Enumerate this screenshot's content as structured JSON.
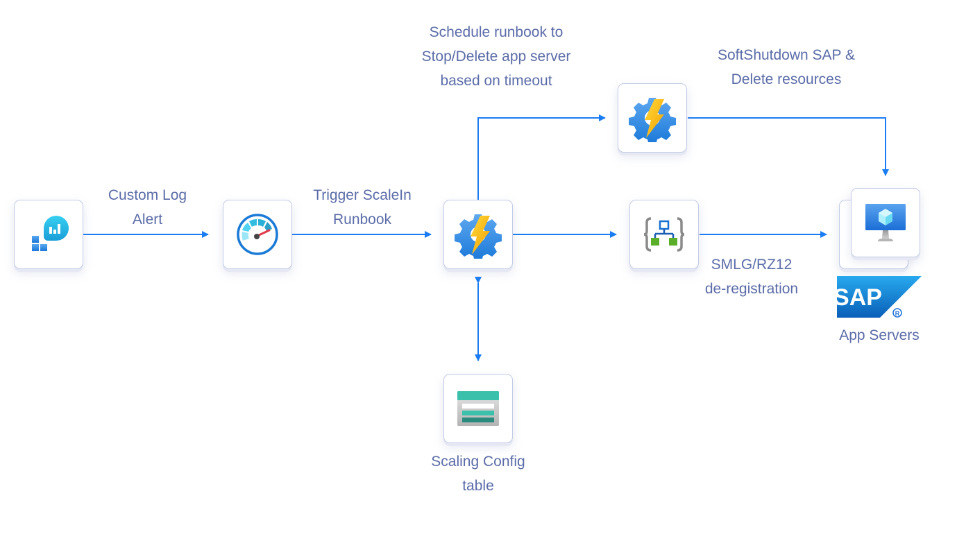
{
  "diagram": {
    "colors": {
      "line": "#1a7cf2",
      "text": "#5b6ca8",
      "node_border": "#c3cce6"
    },
    "nodes": [
      {
        "id": "log-analytics",
        "icon": "log-analytics-icon"
      },
      {
        "id": "alert-monitor",
        "icon": "monitor-gauge-icon"
      },
      {
        "id": "automation-scalein",
        "icon": "automation-account-icon"
      },
      {
        "id": "automation-scheduled",
        "icon": "automation-account-icon"
      },
      {
        "id": "logic-app",
        "icon": "logic-app-icon"
      },
      {
        "id": "app-servers",
        "icon": "virtual-machine-icon"
      },
      {
        "id": "storage-table",
        "icon": "storage-table-icon"
      }
    ],
    "labels": {
      "custom_log_alert": [
        "Custom Log",
        "Alert"
      ],
      "trigger_scalein": [
        "Trigger ScaleIn",
        "Runbook"
      ],
      "schedule_runbook": [
        "Schedule runbook to",
        "Stop/Delete app server",
        "based on timeout"
      ],
      "softshutdown": [
        "SoftShutdown SAP &",
        "Delete resources"
      ],
      "smlg": [
        "SMLG/RZ12",
        "de-registration"
      ],
      "app_servers": "App Servers",
      "scaling_config": [
        "Scaling Config",
        "table"
      ],
      "sap_logo": "SAP"
    },
    "edges": [
      {
        "from": "log-analytics",
        "to": "alert-monitor",
        "label": "Custom Log Alert"
      },
      {
        "from": "alert-monitor",
        "to": "automation-scalein",
        "label": "Trigger ScaleIn Runbook"
      },
      {
        "from": "automation-scalein",
        "to": "automation-scheduled",
        "label": "Schedule runbook to Stop/Delete app server based on timeout"
      },
      {
        "from": "automation-scheduled",
        "to": "app-servers",
        "label": "SoftShutdown SAP & Delete resources"
      },
      {
        "from": "automation-scalein",
        "to": "logic-app",
        "label": ""
      },
      {
        "from": "logic-app",
        "to": "app-servers",
        "label": "SMLG/RZ12 de-registration"
      },
      {
        "from": "automation-scalein",
        "to": "storage-table",
        "label": "",
        "bidirectional": true
      }
    ]
  }
}
